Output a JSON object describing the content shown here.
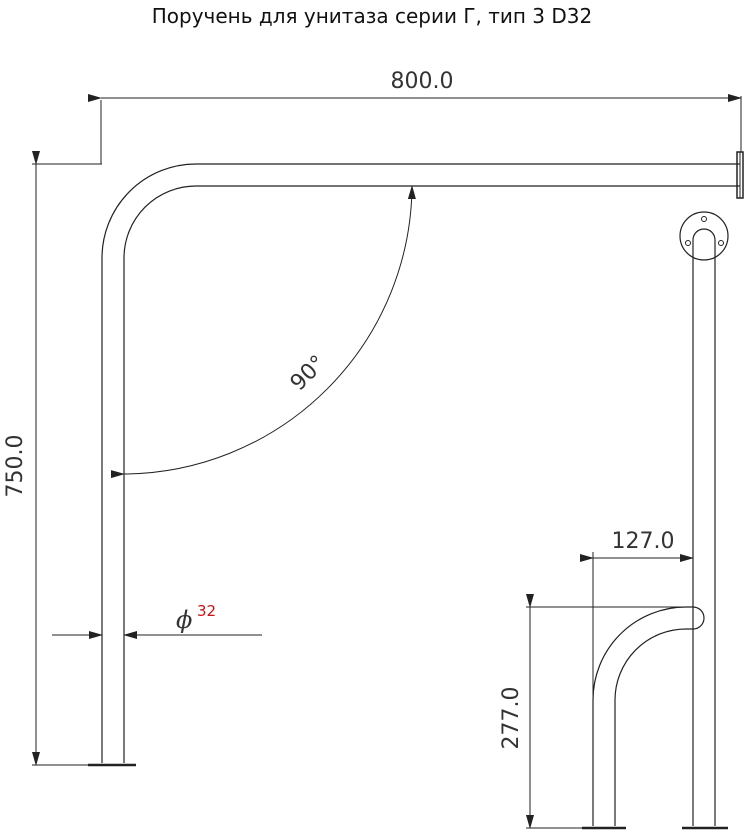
{
  "title": "Поручень  для унитаза серии Г, тип 3 D32",
  "dimensions": {
    "width": "800.0",
    "height": "750.0",
    "angle": "90°",
    "offset": "127.0",
    "lower_height": "277.0",
    "diameter_symbol": "ϕ",
    "diameter_value": "32"
  },
  "colors": {
    "line": "#222222",
    "dimension_text": "#333333",
    "diameter_value": "#cc1111"
  }
}
